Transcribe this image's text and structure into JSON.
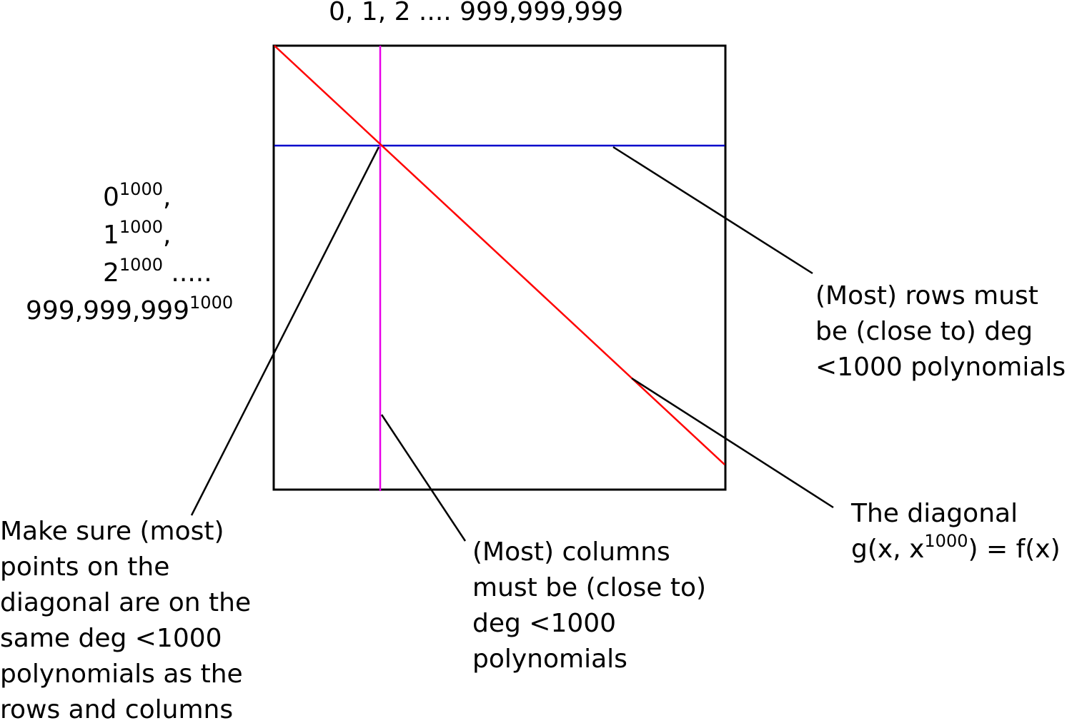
{
  "colors": {
    "frame": "#000000",
    "row_line": "#0000cc",
    "column_line": "#e800e8",
    "diagonal_line": "#ff0000",
    "leader": "#000000"
  },
  "top_label": {
    "text": "0, 1, 2 .... 999,999,999"
  },
  "left_label": {
    "line1_base": "0",
    "line1_exp": "1000",
    "line1_tail": ",",
    "line2_base": "1",
    "line2_exp": "1000",
    "line2_tail": ",",
    "line3_base": "2",
    "line3_exp": "1000",
    "line3_tail": " .....",
    "line4_base": "999,999,999",
    "line4_exp": "1000"
  },
  "rows_label": {
    "line1": "(Most) rows must",
    "line2": "be (close to) deg",
    "line3": "<1000 polynomials"
  },
  "diagonal_label": {
    "line1": "The diagonal",
    "line2_pre": "g(x, x",
    "line2_exp": "1000",
    "line2_post": ") = f(x)"
  },
  "columns_label": {
    "line1": "(Most) columns",
    "line2": "must be (close to)",
    "line3": "deg <1000",
    "line4": "polynomials"
  },
  "make_sure_label": {
    "line1": "Make sure (most)",
    "line2": "points on the",
    "line3": "diagonal are on the",
    "line4": "same deg <1000",
    "line5": "polynomials as the",
    "line6": "rows and columns"
  }
}
